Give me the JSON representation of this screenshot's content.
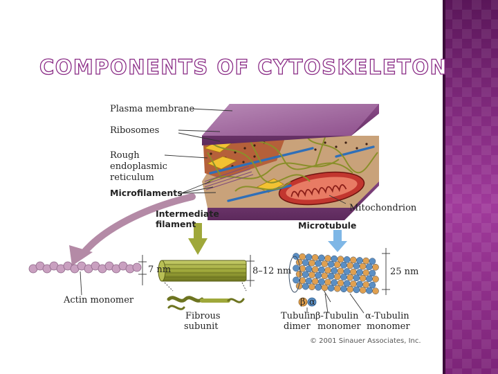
{
  "slide": {
    "title": "COMPONENTS OF CYTOSKELETON"
  },
  "labels": {
    "plasma_membrane": "Plasma membrane",
    "ribosomes": "Ribosomes",
    "rough_er_line1": "Rough",
    "rough_er_line2": "endoplasmic",
    "rough_er_line3": "reticulum",
    "microfilaments": "Microfilaments",
    "intermediate_line1": "Intermediate",
    "intermediate_line2": "filament",
    "microtubule": "Microtubule",
    "mitochondrion": "Mitochondrion",
    "actin_monomer": "Actin monomer",
    "fibrous_line1": "Fibrous",
    "fibrous_line2": "subunit",
    "tubulin_dimer_line1": "Tubulin",
    "tubulin_dimer_line2": "dimer",
    "beta_tubulin_line1": "β-Tubulin",
    "beta_tubulin_line2": "monomer",
    "alpha_tubulin_line1": "α-Tubulin",
    "alpha_tubulin_line2": "monomer",
    "beta_symbol": "β",
    "alpha_symbol": "α"
  },
  "dimensions": {
    "microfilament": "7 nm",
    "intermediate": "8–12 nm",
    "microtubule": "25 nm"
  },
  "copyright": "© 2001 Sinauer Associates, Inc.",
  "colors": {
    "accent": "#8a2c86",
    "membrane": "#7a3f78",
    "intermediate_filament": "#9fa83a",
    "tubulin_alpha": "#5b8fc4",
    "tubulin_beta": "#e0a050",
    "mitochondrion": "#c2362f",
    "actin": "#b48aa6"
  }
}
